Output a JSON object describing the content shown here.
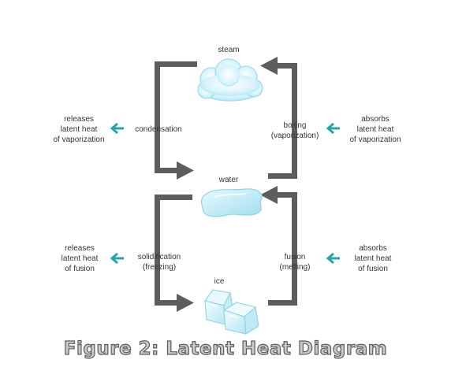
{
  "title": "Figure 2: Latent Heat Diagram",
  "states": {
    "steam": "steam",
    "water": "water",
    "ice": "ice"
  },
  "processes": {
    "condensation": "condensation",
    "boiling": "boiling\n(vaporization)",
    "solidification": "solidification\n(freezing)",
    "fusion": "fusion\n(melting)"
  },
  "heat_notes": {
    "condensation": "releases\nlatent heat\nof vaporization",
    "boiling": "absorbs\nlatent heat\nof vaporization",
    "solidification": "releases\nlatent heat\nof fusion",
    "fusion": "absorbs\nlatent heat\nof fusion"
  },
  "colors": {
    "arrow": "#5b5d5f",
    "teal_arrow": "#2aa3a8",
    "ice_blue": "#bfe9f4"
  }
}
